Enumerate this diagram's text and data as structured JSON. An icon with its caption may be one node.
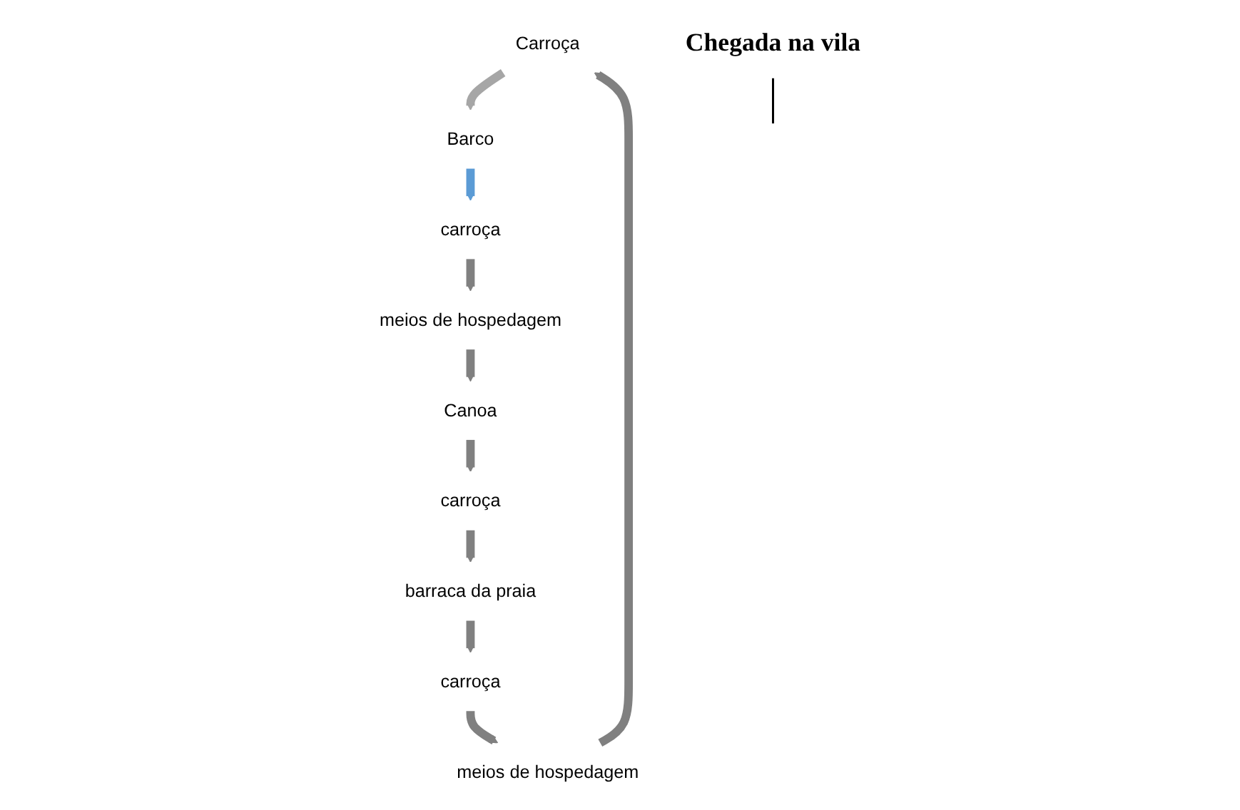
{
  "diagram": {
    "nodes": [
      {
        "text": [
          "Carroça"
        ]
      },
      {
        "text": [
          "Barco"
        ]
      },
      {
        "text": [
          "carroça"
        ]
      },
      {
        "text": [
          "meios de hospedagem"
        ]
      },
      {
        "text": [
          "Canoa"
        ]
      },
      {
        "text": [
          "carroça"
        ]
      },
      {
        "text": [
          "barraca da praia"
        ]
      },
      {
        "text": [
          "carroça"
        ]
      },
      {
        "text": [
          "meios de hospedagem"
        ]
      },
      {
        "text": [
          "Chegada na vila"
        ]
      }
    ],
    "edges": [
      {
        "from": 0,
        "to": 1,
        "arrow": "to",
        "color": "#a6a6a6"
      },
      {
        "from": 1,
        "to": 2,
        "arrow": "to",
        "color": "#5b9bd5"
      },
      {
        "from": 2,
        "to": 3,
        "arrow": "to"
      },
      {
        "from": 3,
        "to": 4,
        "arrow": "to"
      },
      {
        "from": 4,
        "to": 5,
        "arrow": "to"
      },
      {
        "from": 5,
        "to": 6,
        "arrow": "to"
      },
      {
        "from": 6,
        "to": 7,
        "arrow": "to"
      },
      {
        "from": 7,
        "to": 8,
        "arrow": "to"
      },
      {
        "from": 8,
        "to": 0,
        "arrow": "to"
      },
      {
        "from": 9,
        "to": null,
        "arrow": "none",
        "color": "#000000"
      }
    ]
  }
}
